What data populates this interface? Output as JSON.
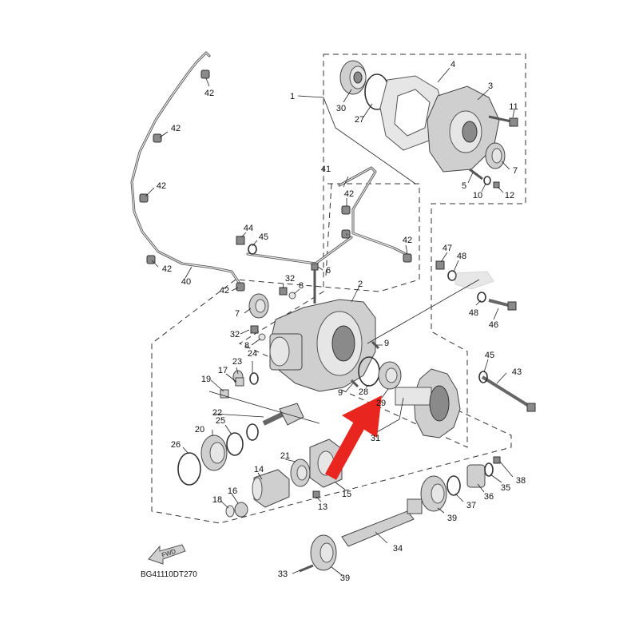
{
  "diagram": {
    "code": "BG41110DT270",
    "fwd_label": "FWD",
    "part_numbers": [
      "1",
      "2",
      "3",
      "4",
      "5",
      "6",
      "7",
      "7",
      "8",
      "8",
      "9",
      "9",
      "10",
      "11",
      "12",
      "13",
      "14",
      "15",
      "16",
      "17",
      "18",
      "19",
      "20",
      "21",
      "22",
      "23",
      "24",
      "25",
      "26",
      "27",
      "28",
      "29",
      "30",
      "31",
      "32",
      "32",
      "33",
      "34",
      "35",
      "36",
      "37",
      "38",
      "39",
      "39",
      "40",
      "41",
      "42",
      "42",
      "42",
      "42",
      "42",
      "42",
      "42",
      "43",
      "44",
      "45",
      "45",
      "46",
      "47",
      "48",
      "48"
    ]
  },
  "colors": {
    "highlight_arrow": "#e8261f",
    "linework": "#333333"
  }
}
